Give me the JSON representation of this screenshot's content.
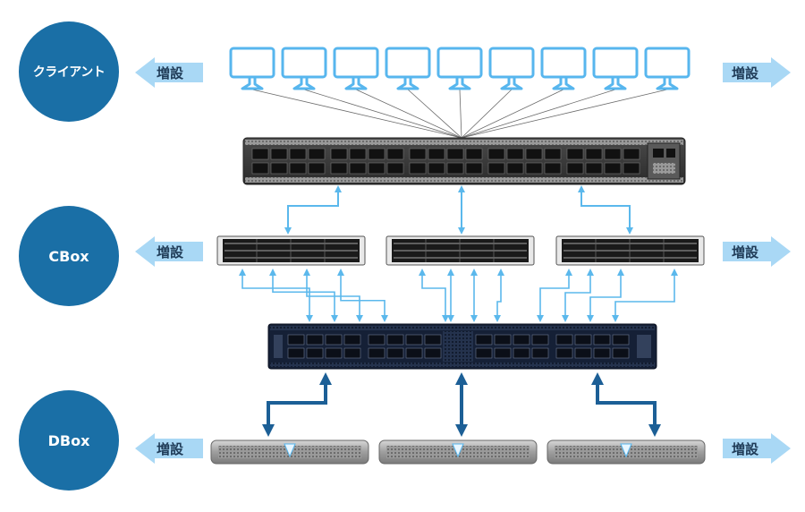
{
  "tiers": {
    "client": {
      "label": "クライアント"
    },
    "cbox": {
      "label": "CBox"
    },
    "dbox": {
      "label": "DBox"
    }
  },
  "expand": {
    "client_left": "増設",
    "client_right": "増設",
    "cbox_left": "増設",
    "cbox_right": "増設",
    "dbox_left": "増設",
    "dbox_right": "増設"
  },
  "counts": {
    "clients": 9,
    "cboxes": 3,
    "dboxes": 3
  },
  "colors": {
    "tier_circle": "#1a6fa6",
    "arrow_light": "#a9d8f5",
    "monitor": "#57b6ee",
    "link_light": "#5bb8ec",
    "link_dark": "#1c5f96",
    "switch_top": "#3a3a3a",
    "switch_bottom": "#152036"
  }
}
